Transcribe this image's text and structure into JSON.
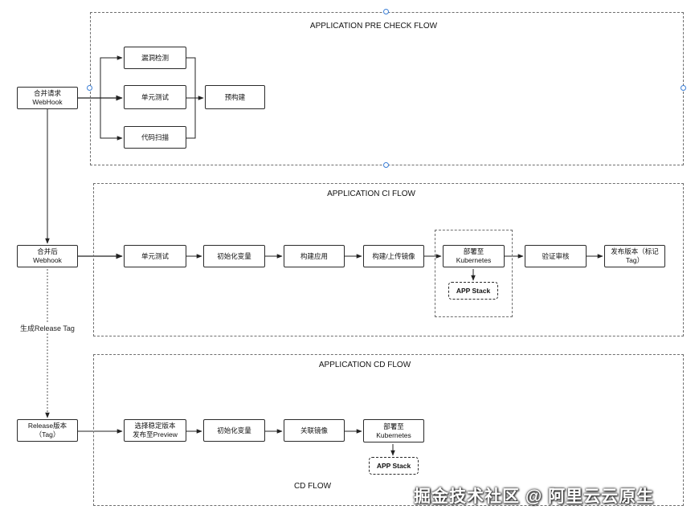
{
  "frames": {
    "pre_check": {
      "title": "APPLICATION PRE CHECK FLOW"
    },
    "ci": {
      "title": "APPLICATION CI FLOW"
    },
    "cd": {
      "title": "APPLICATION CD FLOW",
      "footer": "CD FLOW"
    }
  },
  "nodes": {
    "merge_request": "合并请求\nWebHook",
    "vuln_scan": "漏洞检测",
    "unit_test_pre": "单元测试",
    "code_scan": "代码扫描",
    "prebuild": "预构建",
    "after_merge": "合并后\nWebhook",
    "unit_test_ci": "单元测试",
    "init_vars_ci": "初始化变量",
    "build_app": "构建应用",
    "build_push_image": "构建/上传镜像",
    "deploy_k8s_ci": "部署至\nKubernetes",
    "app_stack_ci": "APP Stack",
    "verify_review": "验证审核",
    "release_tag": "发布版本（标记\nTag）",
    "release_version": "Release版本\n（Tag）",
    "select_stable": "选择稳定版本\n发布至Preview",
    "init_vars_cd": "初始化变量",
    "link_image": "关联镜像",
    "deploy_k8s_cd": "部署至\nKubernetes",
    "app_stack_cd": "APP Stack"
  },
  "edge_labels": {
    "generate_tag": "生成Release Tag"
  },
  "watermark": "掘金技术社区 @ 阿里云云原生"
}
